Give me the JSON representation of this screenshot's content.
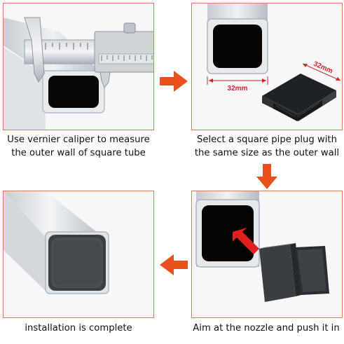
{
  "steps": [
    {
      "caption_line1": "Use vernier caliper to measure",
      "caption_line2": "the outer wall of square tube"
    },
    {
      "caption_line1": "Select a square pipe plug with",
      "caption_line2": "the same size as the outer wall",
      "dimension_a": "32mm",
      "dimension_b": "32mm"
    },
    {
      "caption_line1": "installation is complete"
    },
    {
      "caption_line1": "Aim at the nozzle and push it in"
    }
  ],
  "icons": {
    "step_arrow": "orange-arrow-icon",
    "insert_arrow": "red-arrow-icon"
  },
  "colors": {
    "panel_border": "#e8765a",
    "arrow_orange": "#e8501e",
    "insert_red": "#e0201e",
    "dimension_red": "#d6222a"
  }
}
